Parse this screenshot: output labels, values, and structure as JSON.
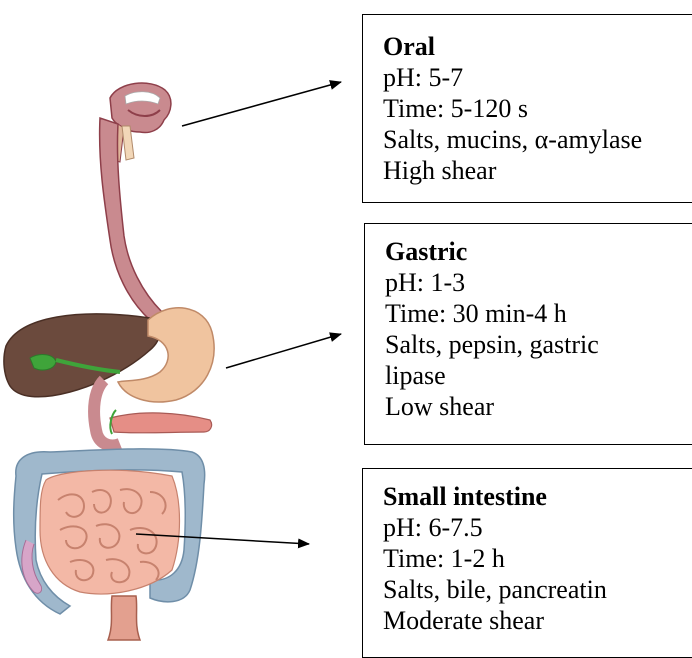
{
  "stages": [
    {
      "title": "Oral",
      "lines": [
        "pH: 5-7",
        "Time: 5-120 s",
        "Salts, mucins, α-amylase",
        "High shear"
      ]
    },
    {
      "title": "Gastric",
      "lines": [
        "pH: 1-3",
        "Time: 30 min-4 h",
        "Salts, pepsin, gastric lipase",
        "Low shear"
      ]
    },
    {
      "title": "Small intestine",
      "lines": [
        "pH: 6-7.5",
        "Time: 1-2 h",
        "Salts, bile, pancreatin",
        "Moderate shear"
      ]
    }
  ],
  "colors": {
    "tract": "#c98a8f",
    "tract_dark": "#8e3f4a",
    "liver": "#6b4a3d",
    "stomach": "#f0c49f",
    "intestine": "#f3b8a6",
    "colon": "#9fb8cc",
    "bile": "#3fa43a"
  }
}
